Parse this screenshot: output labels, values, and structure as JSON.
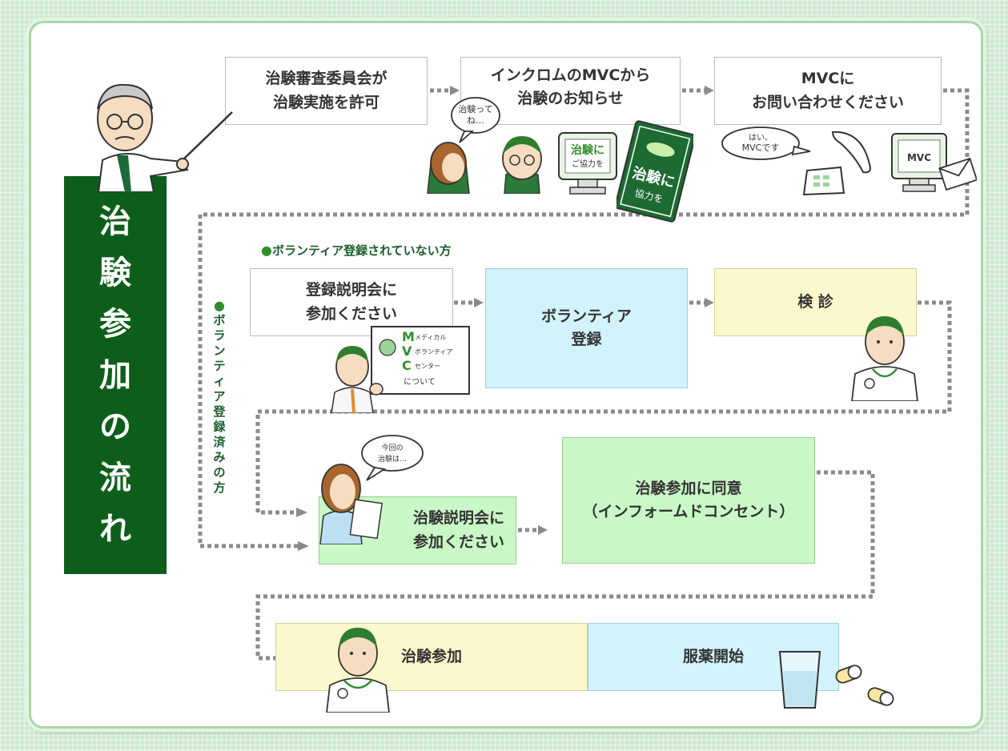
{
  "title_chars": [
    "治",
    "験",
    "参",
    "加",
    "の",
    "流",
    "れ"
  ],
  "steps": {
    "irb_approval": [
      "治験審査委員会が",
      "治験実施を許可"
    ],
    "mvc_notice": [
      "インクロムのMVCから",
      "治験のお知らせ"
    ],
    "contact_mvc": [
      "MVCに",
      "お問い合わせください"
    ],
    "registration_briefing": [
      "登録説明会に",
      "参加ください"
    ],
    "volunteer_registration": [
      "ボランティア",
      "登録"
    ],
    "screening": [
      "検 診"
    ],
    "trial_briefing": [
      "治験説明会に",
      "参加ください"
    ],
    "informed_consent": [
      "治験参加に同意",
      "（インフォームドコンセント）"
    ],
    "trial_participation": [
      "治験参加"
    ],
    "start_medication": [
      "服薬開始"
    ]
  },
  "branches": {
    "not_registered": "ボランティア登録されていない方",
    "registered_chars": [
      "ボ",
      "ラ",
      "ン",
      "テ",
      "ィ",
      "ア",
      "登",
      "録",
      "済",
      "み",
      "の",
      "方"
    ]
  },
  "speech": {
    "chiken_tte": [
      "治験って",
      "ね…"
    ],
    "hai_mvc": [
      "はい、",
      "MVCです"
    ],
    "konkai": [
      "今回の",
      "治験は…"
    ]
  },
  "signs": {
    "monitor1": [
      "治験に",
      "ご協力を"
    ],
    "poster": [
      "治験に",
      "協力を"
    ],
    "monitor2": "MVC",
    "board_m": "メディカル",
    "board_v": "ボランティア",
    "board_c": "センター",
    "board_about": "について"
  },
  "colors": {
    "title_bg": "#0d5e1a",
    "connector": "#8a8a8a",
    "accent_green": "#2f8f2f",
    "blue_box": "#d2f3fb",
    "yellow_box": "#fbf8cd",
    "green_box": "#c9f7c6"
  }
}
